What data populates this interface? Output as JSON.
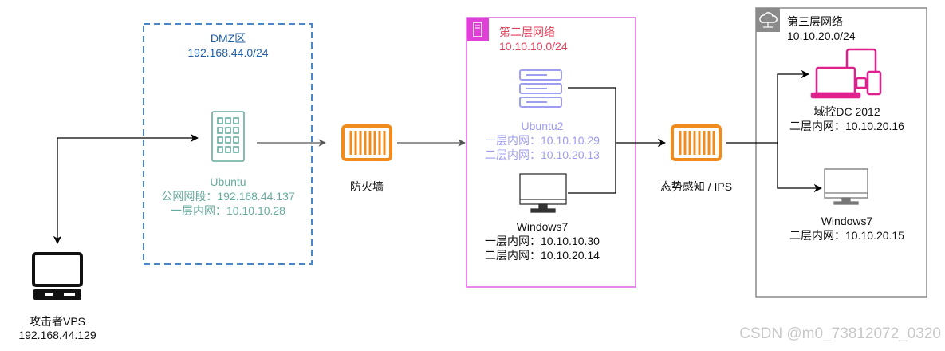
{
  "zones": {
    "dmz": {
      "title": "DMZ区",
      "subnet": "192.168.44.0/24"
    },
    "layer2": {
      "title": "第二层网络",
      "subnet": "10.10.10.0/24"
    },
    "layer3": {
      "title": "第三层网络",
      "subnet": "10.10.20.0/24"
    }
  },
  "nodes": {
    "attacker": {
      "name": "攻击者VPS",
      "ip": "192.168.44.129"
    },
    "ubuntu": {
      "name": "Ubuntu",
      "public": "公网网段：192.168.44.137",
      "layer1": "一层内网：10.10.10.28"
    },
    "firewall": {
      "name": "防火墙"
    },
    "ubuntu2": {
      "name": "Ubuntu2",
      "layer1": "一层内网：10.10.10.29",
      "layer2": "二层内网：10.10.20.13"
    },
    "win7a": {
      "name": "Windows7",
      "layer1": "一层内网：10.10.10.30",
      "layer2": "二层内网：10.10.20.14"
    },
    "ips": {
      "name": "态势感知 / IPS"
    },
    "dc": {
      "name": "域控DC 2012",
      "layer2": "二层内网：10.10.20.16"
    },
    "win7b": {
      "name": "Windows7",
      "layer2": "二层内网：10.10.20.15"
    }
  },
  "watermark": "CSDN @m0_73812072_0320",
  "colors": {
    "dmz_border": "#4a86c8",
    "dmz_text": "#1f5fa8",
    "ubuntu_text": "#67ab9f",
    "layer2_border": "#e060e0",
    "layer2_title": "#e0405a",
    "ubuntu2_text": "#9e9ef0",
    "layer3_border": "#8a8a8a",
    "firewall": "#f08c1e",
    "dc": "#e0208c",
    "arrow": "#000000",
    "arrow_soft": "#555555"
  }
}
